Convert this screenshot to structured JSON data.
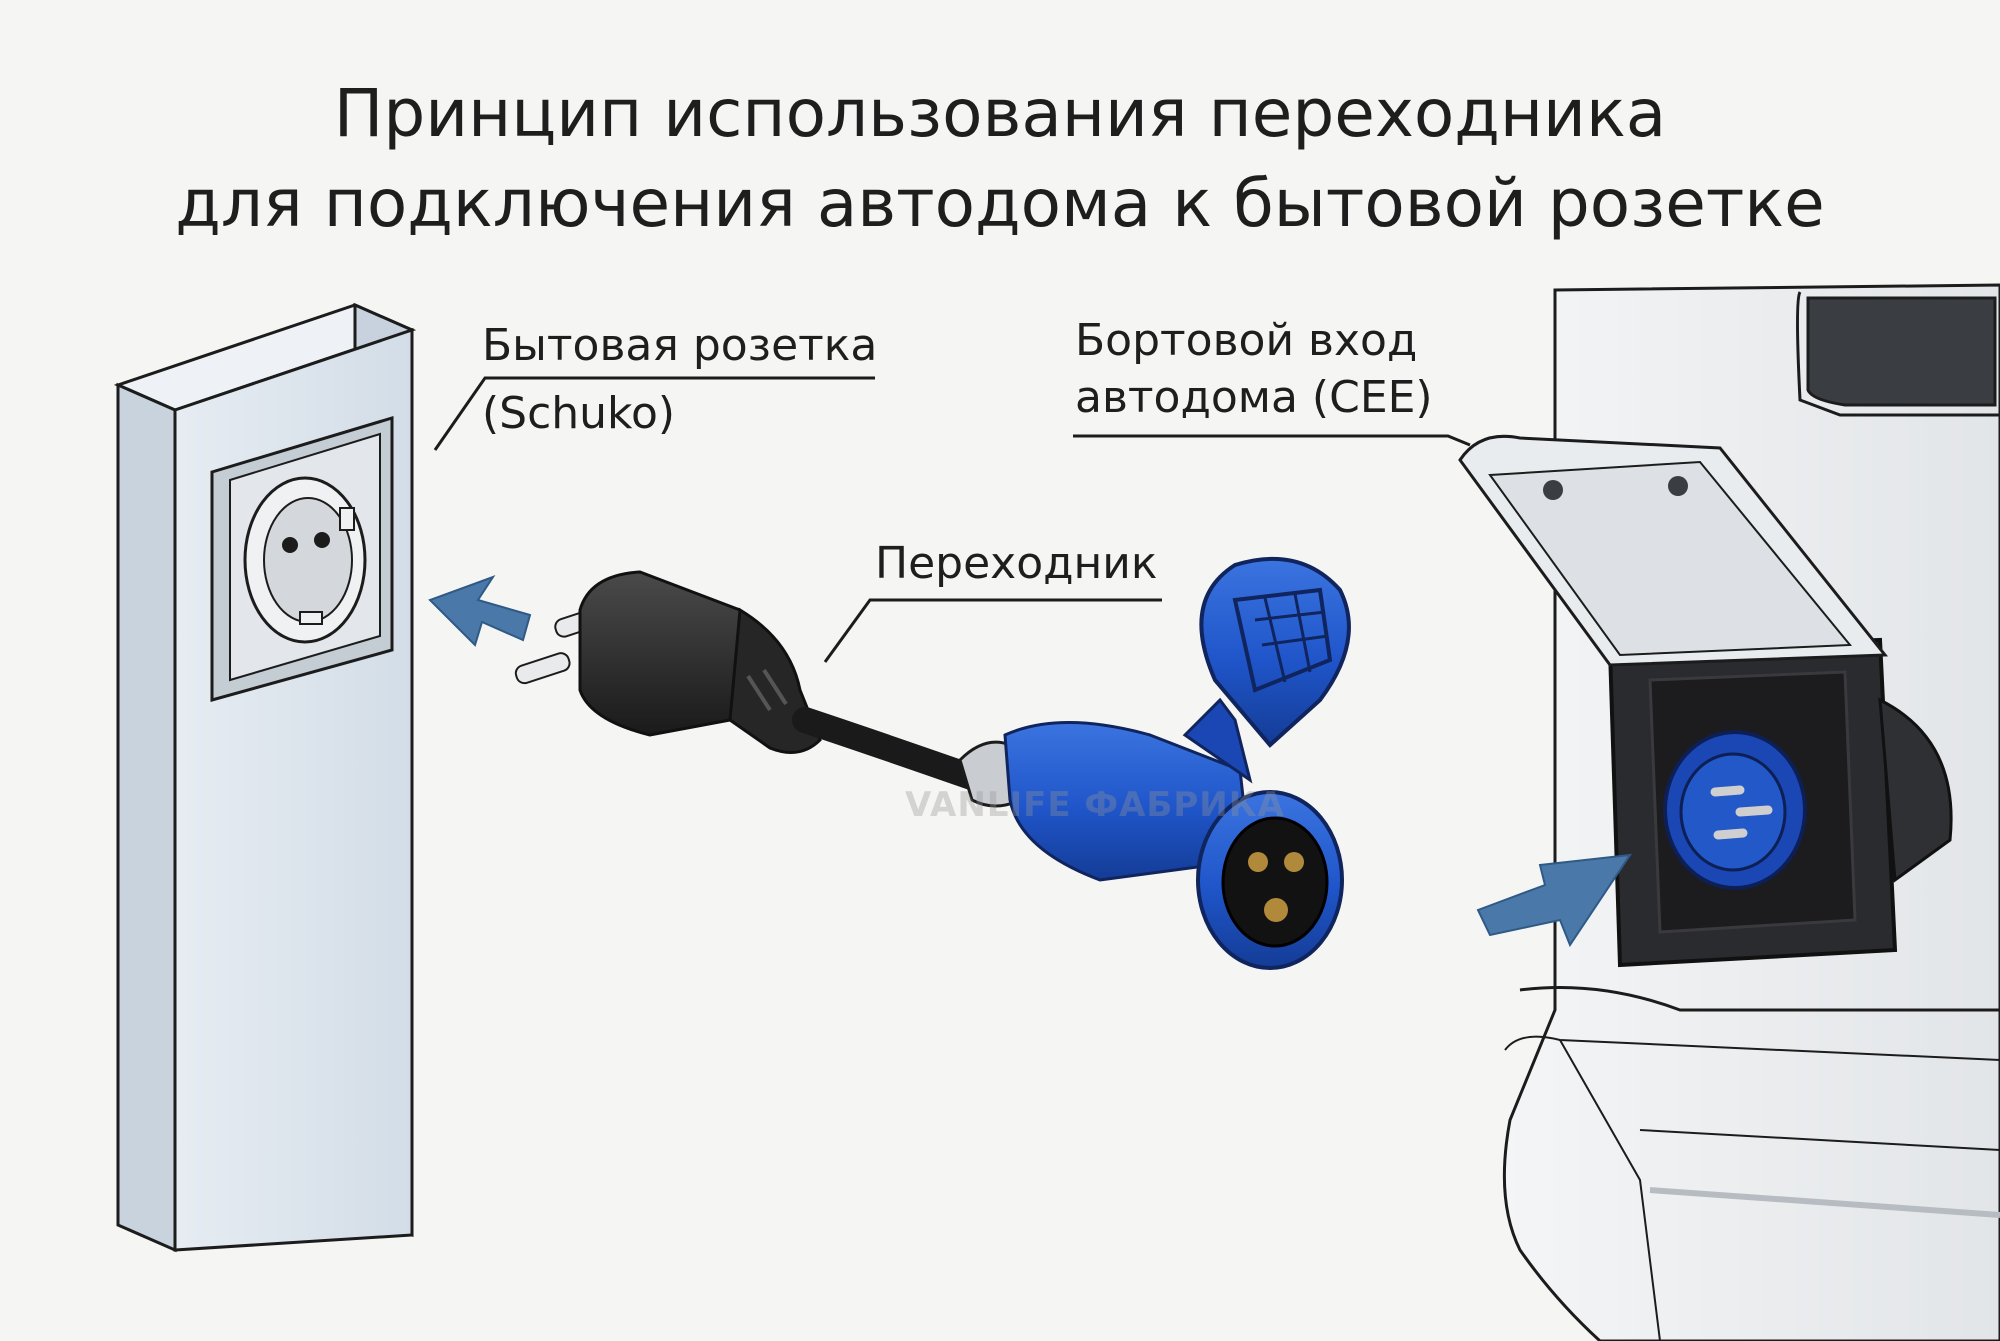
{
  "title": {
    "line1": "Принцип использования переходника",
    "line2": "для подключения автодома к бытовой розетке"
  },
  "labels": {
    "household_socket": {
      "line1": "Бытовая розетка",
      "line2": "(Schuko)"
    },
    "adapter": "Переходник",
    "rv_inlet": {
      "line1": "Бортовой вход",
      "line2": "автодома (CEE)"
    }
  },
  "watermark": "VANLIFE ФАБРИКА",
  "colors": {
    "background": "#f5f5f3",
    "post": "#dde5ed",
    "arrow": "#4a78a8",
    "cee_blue": "#1f55c9",
    "plug_black": "#222222",
    "rv_body": "#eef0f2"
  }
}
